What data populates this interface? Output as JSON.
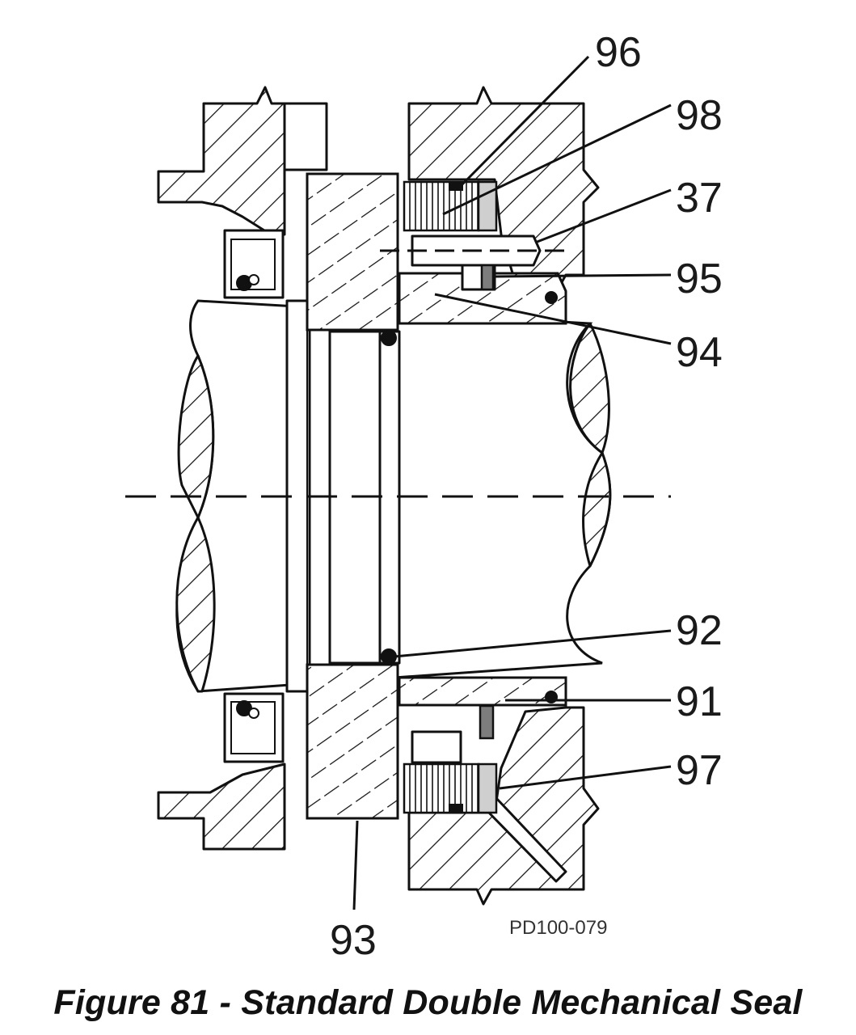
{
  "callouts": [
    {
      "id": "96",
      "label": "96"
    },
    {
      "id": "98",
      "label": "98"
    },
    {
      "id": "37",
      "label": "37"
    },
    {
      "id": "95",
      "label": "95"
    },
    {
      "id": "94",
      "label": "94"
    },
    {
      "id": "92",
      "label": "92"
    },
    {
      "id": "91",
      "label": "91"
    },
    {
      "id": "97",
      "label": "97"
    },
    {
      "id": "93",
      "label": "93"
    }
  ],
  "drawing_id": "PD100-079",
  "caption": "Figure 81 - Standard Double Mechanical Seal"
}
